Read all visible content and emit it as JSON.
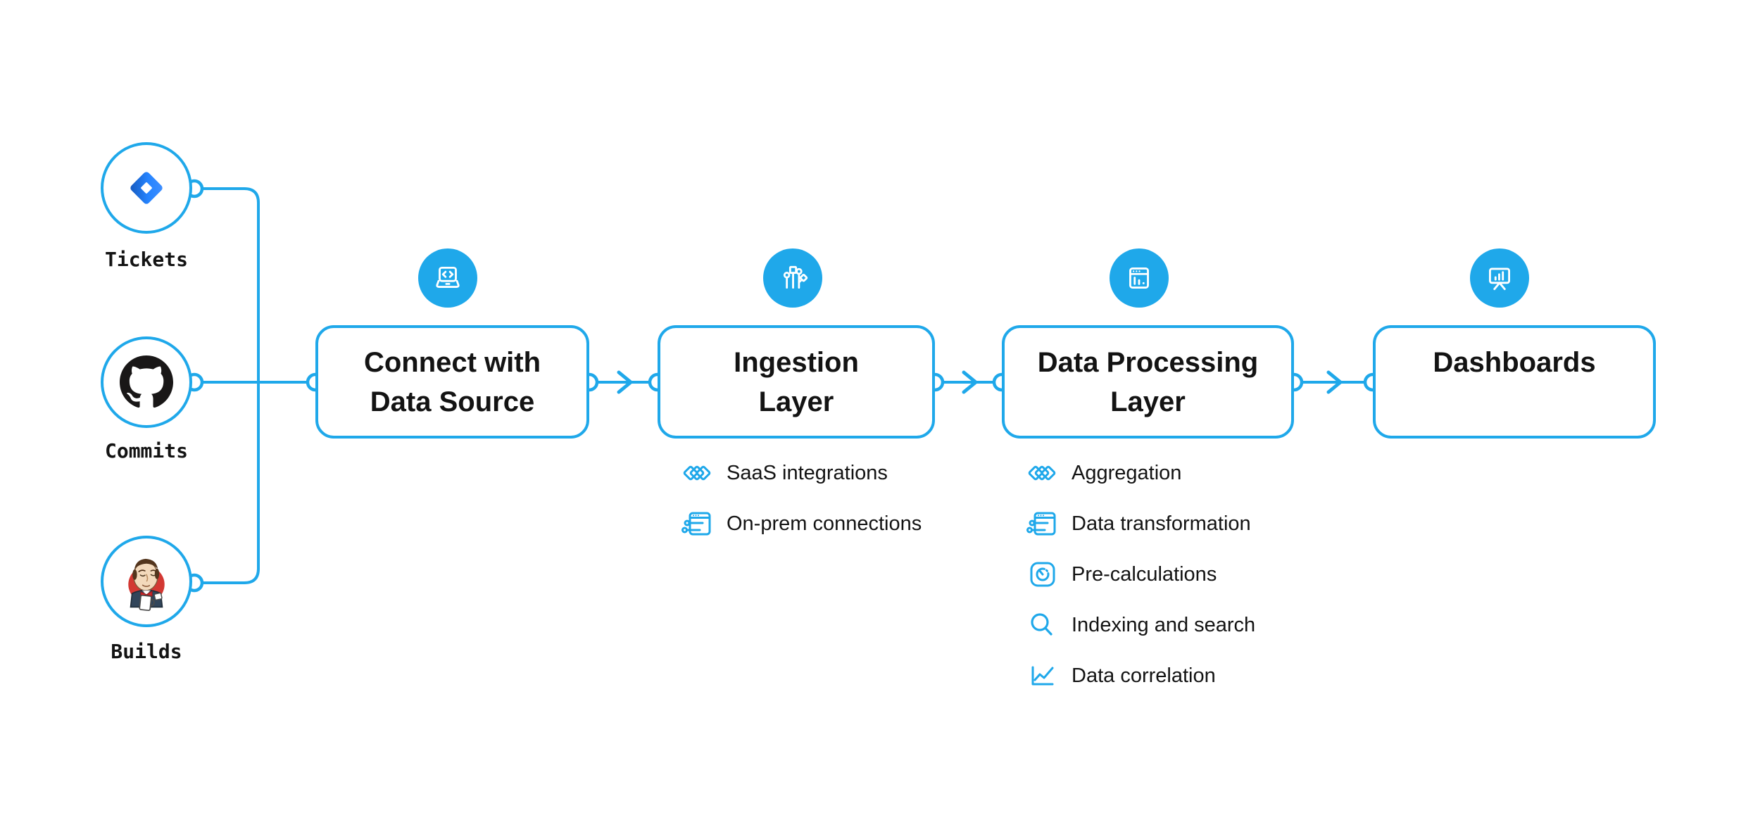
{
  "colors": {
    "accent_blue": "#1fa8ea",
    "text": "#131313",
    "background": "#ffffff",
    "jira_blue": "#2684ff",
    "jira_dark": "#1558bc",
    "github_black": "#191717",
    "jenkins_red": "#d33833"
  },
  "sources": [
    {
      "id": "tickets",
      "label": "Tickets",
      "icon": "jira-logo-icon"
    },
    {
      "id": "commits",
      "label": "Commits",
      "icon": "github-logo-icon"
    },
    {
      "id": "builds",
      "label": "Builds",
      "icon": "jenkins-logo-icon"
    }
  ],
  "stages": [
    {
      "id": "connect",
      "icon": "laptop-code-icon",
      "title_lines": [
        "Connect with",
        "Data Source"
      ],
      "items": []
    },
    {
      "id": "ingestion",
      "icon": "circuit-icon",
      "title_lines": [
        "Ingestion",
        "Layer"
      ],
      "items": [
        {
          "icon": "stacked-diamonds-icon",
          "label": "SaaS integrations"
        },
        {
          "icon": "window-connections-icon",
          "label": "On-prem connections"
        }
      ]
    },
    {
      "id": "processing",
      "icon": "browser-chart-icon",
      "title_lines": [
        "Data Processing",
        "Layer"
      ],
      "items": [
        {
          "icon": "stacked-diamonds-icon",
          "label": "Aggregation"
        },
        {
          "icon": "window-connections-icon",
          "label": "Data transformation"
        },
        {
          "icon": "gauge-icon",
          "label": "Pre-calculations"
        },
        {
          "icon": "magnifier-icon",
          "label": "Indexing and search"
        },
        {
          "icon": "line-chart-icon",
          "label": "Data correlation"
        }
      ]
    },
    {
      "id": "dashboards",
      "icon": "presentation-chart-icon",
      "title_lines": [
        "Dashboards"
      ],
      "items": []
    }
  ]
}
